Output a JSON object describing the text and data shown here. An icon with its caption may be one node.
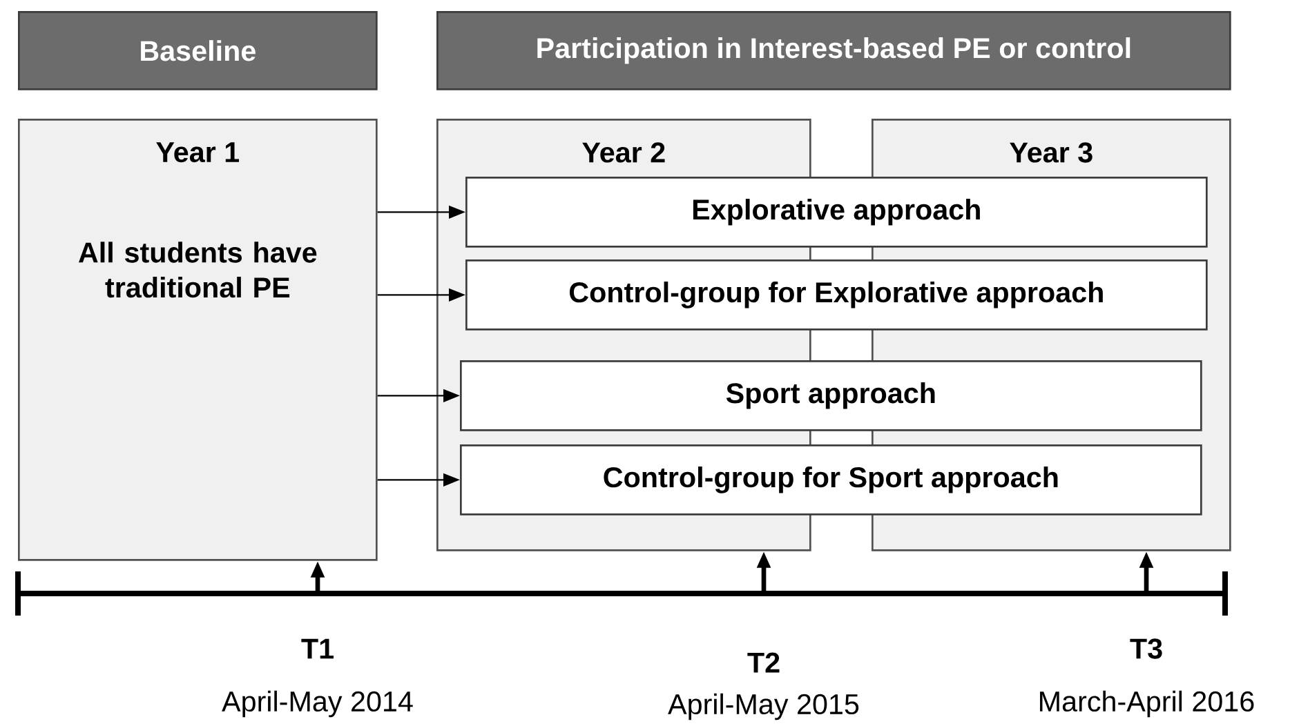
{
  "diagram": {
    "nodes": [
      {
        "text": [
          "Baseline"
        ]
      },
      {
        "text": [
          "Participation in Interest-based PE or control"
        ]
      },
      {
        "text": [
          "Year 1",
          "All students have traditional PE"
        ]
      },
      {
        "text": [
          "Year 2"
        ]
      },
      {
        "text": [
          "Year 3"
        ]
      },
      {
        "text": [
          "Explorative approach"
        ]
      },
      {
        "text": [
          "Control-group for Explorative approach"
        ]
      },
      {
        "text": [
          "Sport approach"
        ]
      },
      {
        "text": [
          "Control-group for Sport approach"
        ]
      }
    ],
    "edges": [
      {
        "from": 2,
        "to": 5,
        "arrow": "to"
      },
      {
        "from": 2,
        "to": 6,
        "arrow": "to"
      },
      {
        "from": 2,
        "to": 7,
        "arrow": "to"
      },
      {
        "from": 2,
        "to": 8,
        "arrow": "to"
      },
      {
        "from": null,
        "to": 2,
        "arrow": "to",
        "style": "thick"
      },
      {
        "from": null,
        "to": 3,
        "arrow": "to",
        "style": "thick"
      },
      {
        "from": null,
        "to": 4,
        "arrow": "to",
        "style": "thick"
      }
    ],
    "labels": [
      "T1",
      "April-May 2014",
      "T2",
      "April-May 2015",
      "T3",
      "March-April 2016"
    ]
  }
}
